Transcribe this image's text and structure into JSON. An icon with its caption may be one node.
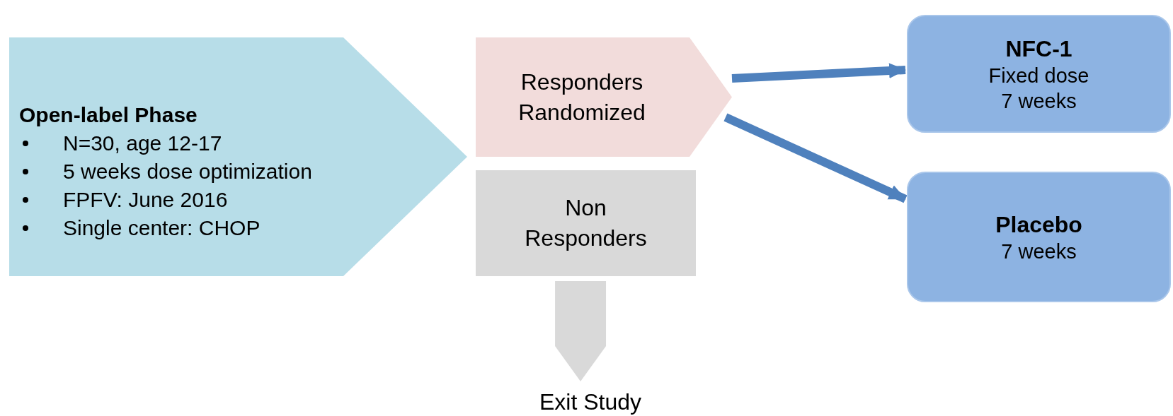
{
  "diagram": {
    "nodes": [
      {
        "text": [
          "Open-label Phase",
          "N=30, age 12-17",
          "5 weeks dose optimization",
          "FPFV: June 2016",
          "Single center: CHOP"
        ]
      },
      {
        "text": [
          "Responders Randomized"
        ]
      },
      {
        "text": [
          "Non Responders"
        ]
      },
      {
        "text": [
          "NFC-1",
          "Fixed dose",
          "7 weeks"
        ]
      },
      {
        "text": [
          "Placebo",
          "7 weeks"
        ]
      },
      {
        "text": [
          "Exit Study"
        ]
      }
    ],
    "edges": [
      {
        "from": 1,
        "to": 3,
        "arrow": "to"
      },
      {
        "from": 1,
        "to": 4,
        "arrow": "to"
      },
      {
        "from": 2,
        "to": 5,
        "arrow": "to",
        "color": "#d9d9d9"
      }
    ]
  }
}
